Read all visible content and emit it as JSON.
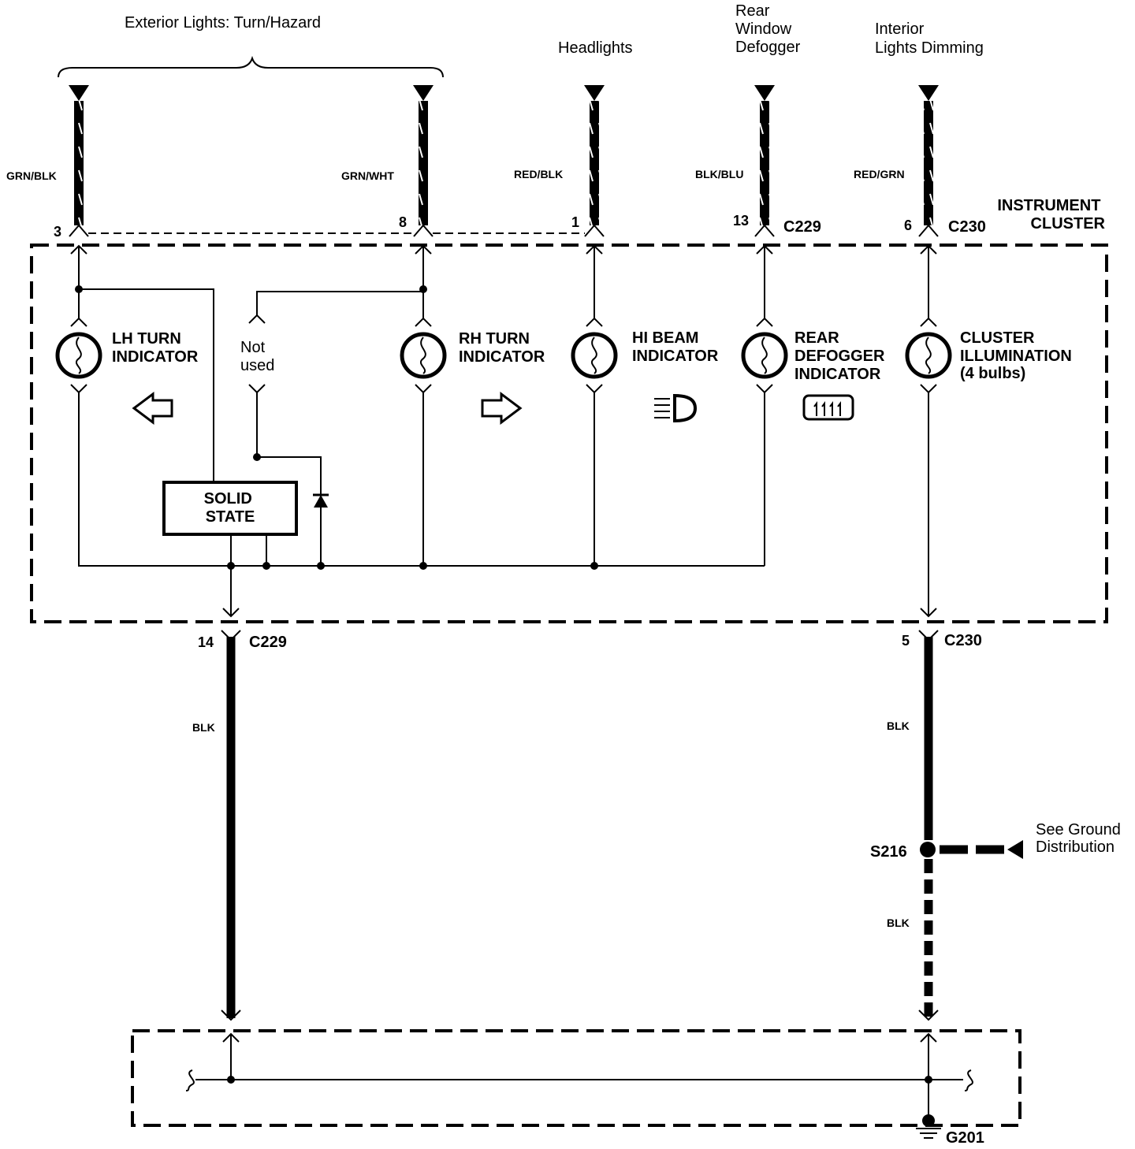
{
  "feeds": {
    "exterior_lights": "Exterior Lights: Turn/Hazard",
    "headlights": "Headlights",
    "rear_defogger": [
      "Rear",
      "Window",
      "Defogger"
    ],
    "interior_dimming": [
      "Interior",
      "Lights Dimming"
    ]
  },
  "wires": {
    "w3": "GRN/BLK",
    "w8": "GRN/WHT",
    "w1": "RED/BLK",
    "w13": "BLK/BLU",
    "w6": "RED/GRN",
    "w14": "BLK",
    "w5": "BLK",
    "w_s216": "BLK"
  },
  "pins": {
    "p3": "3",
    "p8": "8",
    "p1": "1",
    "p13": "13",
    "p6": "6",
    "p14": "14",
    "p5": "5"
  },
  "connectors": {
    "c229_top": "C229",
    "c230_top": "C230",
    "c229_bottom": "C229",
    "c230_bottom": "C230"
  },
  "module": {
    "title": [
      "INSTRUMENT",
      "CLUSTER"
    ]
  },
  "indicators": {
    "lh_turn": [
      "LH TURN",
      "INDICATOR"
    ],
    "not_used": [
      "Not",
      "used"
    ],
    "rh_turn": [
      "RH TURN",
      "INDICATOR"
    ],
    "hi_beam": [
      "HI BEAM",
      "INDICATOR"
    ],
    "rear_defogger": [
      "REAR",
      "DEFOGGER",
      "INDICATOR"
    ],
    "cluster_illumination": [
      "CLUSTER",
      "ILLUMINATION",
      "(4 bulbs)"
    ]
  },
  "solid_state": [
    "SOLID",
    "STATE"
  ],
  "splice": "S216",
  "ground_ref": [
    "See Ground",
    "Distribution"
  ],
  "ground": "G201"
}
